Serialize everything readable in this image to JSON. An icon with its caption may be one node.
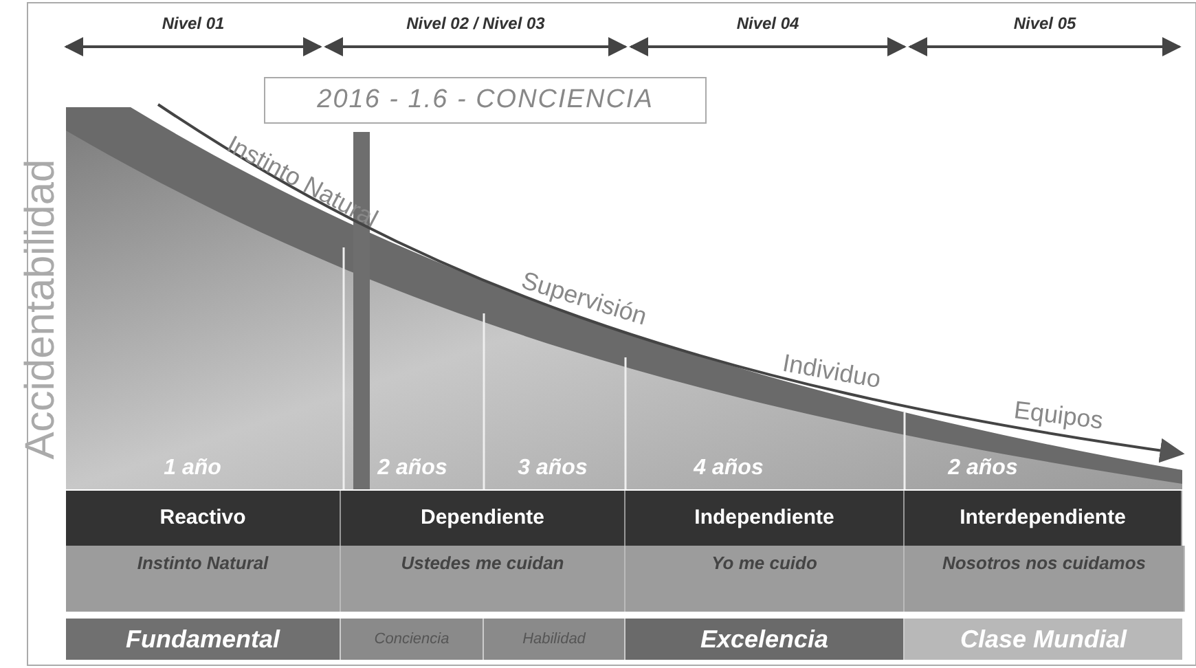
{
  "diagram": {
    "nodes": [
      {
        "text": [
          "2016 - 1.6 - CONCIENCIA"
        ]
      }
    ],
    "labels": [
      "Nivel 01",
      "Nivel 02 / Nivel 03",
      "Nivel 04",
      "Nivel 05",
      "Accidentabilidad",
      "Instinto Natural",
      "Supervisión",
      "Individuo",
      "Equipos",
      "1 año",
      "2 años",
      "3 años",
      "4 años",
      "2 años",
      "Reactivo",
      "Dependiente",
      "Independiente",
      "Interdependiente",
      "Instinto Natural",
      "Ustedes me cuidan",
      "Yo me cuido",
      "Nosotros nos cuidamos",
      "Fundamental",
      "Conciencia",
      "Habilidad",
      "Excelencia",
      "Clase Mundial"
    ]
  }
}
